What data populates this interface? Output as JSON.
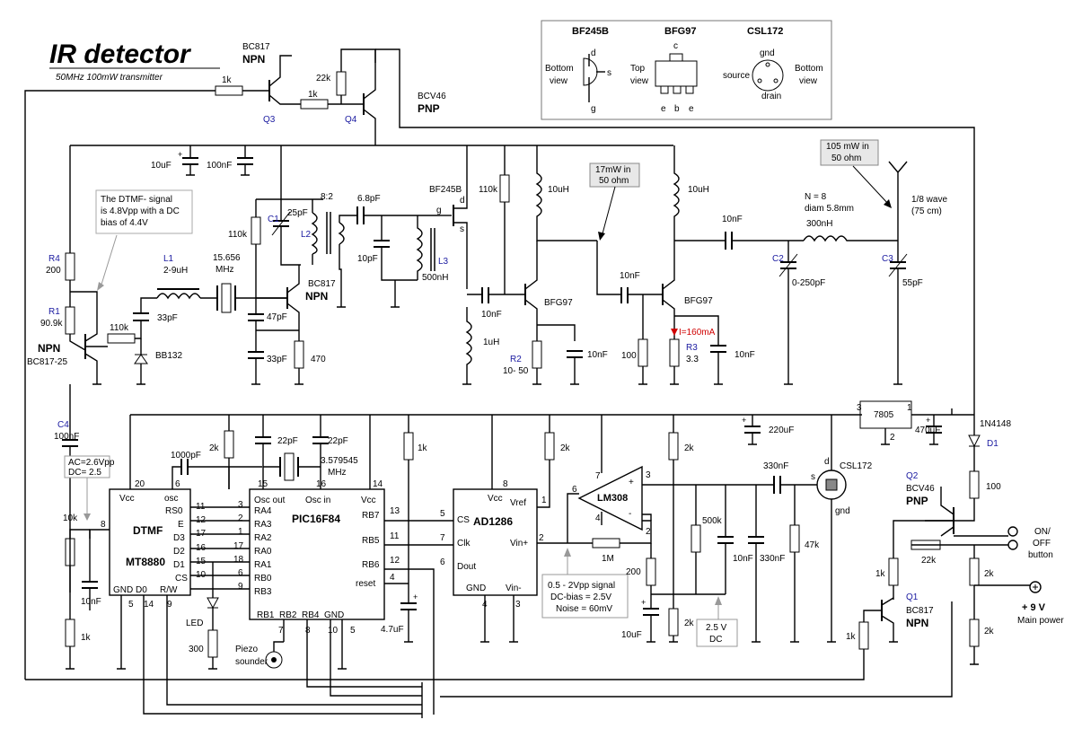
{
  "header": {
    "title": "IR detector",
    "subtitle": "50MHz 100mW transmitter"
  },
  "legend_box": {
    "parts": [
      {
        "name": "BF245B",
        "view": "Bottom view",
        "pins": [
          "d",
          "s",
          "g"
        ]
      },
      {
        "name": "BFG97",
        "view": "Top view",
        "pins": [
          "c",
          "e",
          "b",
          "e"
        ]
      },
      {
        "name": "CSL172",
        "view": "Bottom view",
        "pins": [
          "gnd",
          "source",
          "drain"
        ]
      }
    ]
  },
  "transistors": {
    "q3": {
      "ref": "Q3",
      "part": "BC817",
      "type": "NPN"
    },
    "q4": {
      "ref": "Q4",
      "part": "BCV46",
      "type": "PNP"
    },
    "q1": {
      "ref": "Q1",
      "part": "BC817",
      "type": "NPN"
    },
    "q2": {
      "ref": "Q2",
      "part": "BCV46",
      "type": "PNP"
    },
    "q_dtmf": {
      "part": "BC817-25",
      "type": "NPN"
    },
    "q_osc": {
      "part": "BC817",
      "type": "NPN"
    },
    "q_rf1": {
      "part": "BFG97"
    },
    "q_rf2": {
      "part": "BFG97"
    },
    "fet": {
      "part": "BF245B",
      "pins": [
        "d",
        "g",
        "s"
      ]
    }
  },
  "resistors": {
    "r_1k_q3": "1k",
    "r_1k_q4": "1k",
    "r_22k": "22k",
    "r4": {
      "ref": "R4",
      "value": "200"
    },
    "r1": {
      "ref": "R1",
      "value": "90.9k"
    },
    "r_110k_a": "110k",
    "r_110k_b": "110k",
    "r_110k_c": "110k",
    "r_470": "470",
    "r2": {
      "ref": "R2",
      "value": "10- 50"
    },
    "r_100": "100",
    "r3": {
      "ref": "R3",
      "value": "3.3"
    },
    "r_10k": "10k",
    "r_1k_b": "1k",
    "r_300": "300",
    "r_2k_a": "2k",
    "r_1k_c": "1k",
    "r_2k_b": "2k",
    "r_1m": "1M",
    "r_200": "200",
    "r_2k_c": "2k",
    "r_2k_d": "2k",
    "r_500k": "500k",
    "r_47k": "47k",
    "r_100_d1": "100",
    "r_22k_q2": "22k",
    "r_1k_q1": "1k",
    "r_2k_e": "2k",
    "r_2k_f": "2k",
    "r_1k_d": "1k"
  },
  "capacitors": {
    "c_10uf": "10uF",
    "c_100nf": "100nF",
    "c1": {
      "ref": "C1",
      "value": "25pF"
    },
    "c_6p8": "6.8pF",
    "c_10pf": "10pF",
    "c_33pf_a": "33pF",
    "c_47pf": "47pF",
    "c_33pf_b": "33pF",
    "c_10nf_a": "10nF",
    "c_10nf_b": "10nF",
    "c_10nf_c": "10nF",
    "c_10nf_d": "10nF",
    "c_10nf_e": "10nF",
    "c2": {
      "ref": "C2",
      "value": "0-250pF"
    },
    "c3": {
      "ref": "C3",
      "value": "55pF"
    },
    "c4": {
      "ref": "C4",
      "value": "100nF"
    },
    "c_10nf_f": "10nF",
    "c_1000pf": "1000pF",
    "c_22pf_a": "22pF",
    "c_22pf_b": "22pF",
    "c_220uf": "220uF",
    "c_470uf": "470uF",
    "c_330nf_a": "330nF",
    "c_330nf_b": "330nF",
    "c_10nf_g": "10nF",
    "c_4u7": "4.7uF",
    "c_10uf_b": "10uF"
  },
  "inductors": {
    "l1": {
      "ref": "L1",
      "value": "2-9uH"
    },
    "l2": {
      "ref": "L2",
      "ratio": "8:2"
    },
    "l3": {
      "ref": "L3",
      "value": "500nH"
    },
    "l_10uh_a": "10uH",
    "l_10uh_b": "10uH",
    "l_1uh": "1uH",
    "l_300nh": "300nH",
    "coil_note": [
      "N = 8",
      "diam 5.8mm"
    ]
  },
  "misc": {
    "crystal_osc": [
      "15.656",
      "MHz"
    ],
    "crystal_pic": [
      "3.579545",
      "MHz"
    ],
    "varicap": "BB132",
    "antenna": [
      "1/8 wave",
      "(75 cm)"
    ],
    "reg": {
      "name": "7805",
      "pins": [
        "3",
        "1",
        "2"
      ]
    },
    "diode": {
      "part": "1N4148",
      "ref": "D1"
    },
    "led": "LED",
    "piezo": [
      "Piezo",
      "sounder"
    ],
    "mic": {
      "part": "CSL172",
      "pins": [
        "d",
        "s",
        "gnd"
      ]
    },
    "switch": [
      "ON/",
      "OFF",
      "button"
    ],
    "power": [
      "+ 9 V",
      "Main power"
    ],
    "current": "I=160mA"
  },
  "notes": {
    "dtmf_signal": [
      "The DTMF- signal",
      "is 4.8Vpp with a DC",
      "bias of 4.4V"
    ],
    "power_17mw": [
      "17mW in",
      "50 ohm"
    ],
    "power_105mw": [
      "105 mW in",
      "50 ohm"
    ],
    "ac_dc": [
      "AC=2.6Vpp",
      "DC= 2.5"
    ],
    "signal_note": [
      "0.5 - 2Vpp signal",
      "DC-bias = 2.5V",
      "Noise = 60mV"
    ],
    "dc_note": [
      "2.5 V",
      "DC"
    ]
  },
  "ic_mt8880": {
    "name": [
      "DTMF",
      "MT8880"
    ],
    "left_pins": [
      {
        "label": "Vcc",
        "num": "20"
      },
      {
        "label": "osc",
        "num": "6"
      }
    ],
    "pins": [
      {
        "label": "RS0",
        "num": "11"
      },
      {
        "label": "E",
        "num": "12"
      },
      {
        "label": "D3",
        "num": "17"
      },
      {
        "label": "D2",
        "num": "16"
      },
      {
        "label": "D1",
        "num": "15"
      },
      {
        "label": "CS",
        "num": "10"
      }
    ],
    "bottom": [
      {
        "label": "GND",
        "num": "5"
      },
      {
        "label": "D0",
        "num": "14"
      },
      {
        "label": "R/W",
        "num": "9"
      }
    ],
    "pin8": "8"
  },
  "ic_pic": {
    "name": "PIC16F84",
    "top": [
      {
        "label": "Osc out",
        "num": "15"
      },
      {
        "label": "Osc  in",
        "num": "16"
      },
      {
        "label": "Vcc",
        "num": "14"
      }
    ],
    "left": [
      {
        "label": "RA4",
        "num": "3"
      },
      {
        "label": "RA3",
        "num": "2"
      },
      {
        "label": "RA2",
        "num": "1"
      },
      {
        "label": "RA0",
        "num": "17"
      },
      {
        "label": "RA1",
        "num": "18"
      },
      {
        "label": "RB0",
        "num": "6"
      },
      {
        "label": "RB3",
        "num": "9"
      }
    ],
    "right": [
      {
        "label": "RB7",
        "num": "13"
      },
      {
        "label": "RB5",
        "num": "11"
      },
      {
        "label": "RB6",
        "num": "12"
      },
      {
        "label": "reset",
        "num": "4"
      }
    ],
    "bottom": [
      {
        "label": "RB1",
        "num": "7"
      },
      {
        "label": "RB2",
        "num": "8"
      },
      {
        "label": "RB4",
        "num": "10"
      },
      {
        "label": "GND",
        "num": "5"
      }
    ]
  },
  "ic_ad": {
    "name": "AD1286",
    "pins": [
      {
        "label": "Vcc",
        "num": "8"
      },
      {
        "label": "Vref",
        "num": "1"
      },
      {
        "label": "CS",
        "num": "5"
      },
      {
        "label": "Clk",
        "num": "7"
      },
      {
        "label": "Vin+",
        "num": "2"
      },
      {
        "label": "Dout",
        "num": "6"
      },
      {
        "label": "GND",
        "num": "4"
      },
      {
        "label": "Vin-",
        "num": "3"
      }
    ]
  },
  "opamp": {
    "name": "LM308",
    "pins": [
      "7",
      "6",
      "4",
      "3",
      "2"
    ]
  }
}
